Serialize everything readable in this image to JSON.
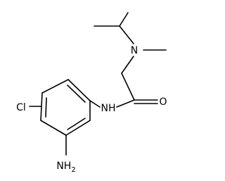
{
  "molecule": {
    "atoms": {
      "n_amine": "N",
      "o_carbonyl": "O",
      "nh_amide": "NH",
      "cl": "Cl",
      "nh2_base": "NH",
      "nh2_sub": "2"
    }
  },
  "colors": {
    "bond": "#000000",
    "background": "#ffffff"
  }
}
